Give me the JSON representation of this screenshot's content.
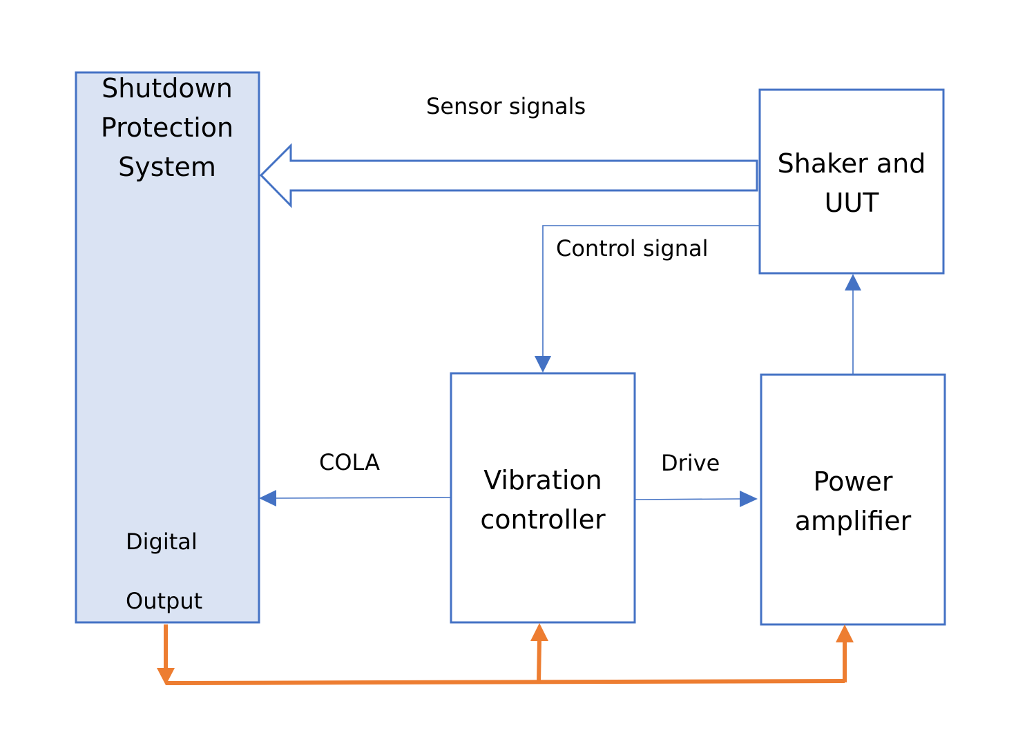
{
  "colors": {
    "box_stroke": "#4472c4",
    "box_fill_plain": "#ffffff",
    "box_fill_sps": "#dae3f3",
    "line_blue": "#4472c4",
    "line_orange": "#ed7d31",
    "text": "#000000"
  },
  "boxes": {
    "sps": {
      "lines": [
        "Shutdown",
        "Protection",
        "System"
      ],
      "sub_top": "Digital",
      "sub_bottom": "Output"
    },
    "shaker": {
      "lines": [
        "Shaker and",
        "UUT"
      ]
    },
    "controller": {
      "lines": [
        "Vibration",
        "controller"
      ]
    },
    "amplifier": {
      "lines": [
        "Power",
        "amplifier"
      ]
    }
  },
  "edges": {
    "sensor_signals": "Sensor signals",
    "control_signal": "Control signal",
    "cola": "COLA",
    "drive": "Drive"
  }
}
